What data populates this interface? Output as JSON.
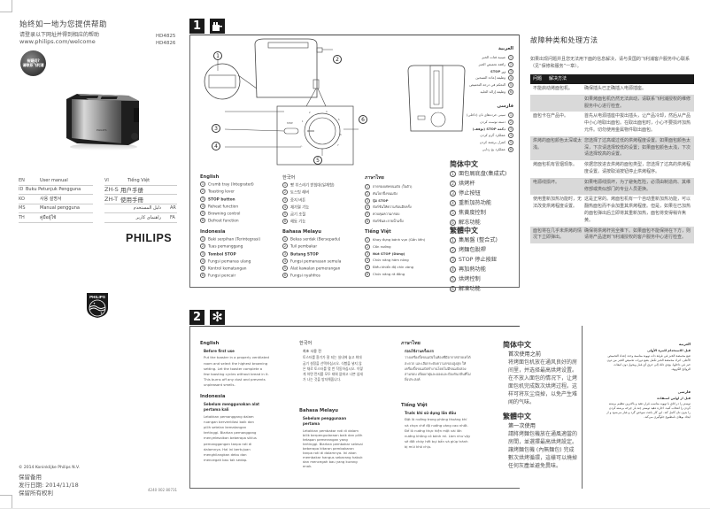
{
  "cover": {
    "tagline": "始终如一地为您提供帮助",
    "register_prompt": "请登录以下网址并得到相应的帮助",
    "url": "www.philips.com/welcome",
    "models": [
      "HD4825",
      "HD4826"
    ],
    "badge_line1": "有疑问?",
    "badge_line2": "请联系飞利浦",
    "languages_left": [
      {
        "code": "EN",
        "label": "User manual"
      },
      {
        "code": "ID",
        "label": "Buku Petunjuk Pengguna"
      },
      {
        "code": "KO",
        "label": "사용 설명서"
      },
      {
        "code": "MS",
        "label": "Manual pengguna"
      },
      {
        "code": "TH",
        "label": "คู่มือผู้ใช้"
      }
    ],
    "languages_right": [
      {
        "code": "VI",
        "label": "Tiếng Việt"
      },
      {
        "code": "ZH-S",
        "label": "用户手册"
      },
      {
        "code": "ZH-T",
        "label": "使用手冊"
      },
      {
        "code": "AR",
        "label": "دليل المستخدم"
      },
      {
        "code": "FA",
        "label": "راهنمای کاربر"
      }
    ],
    "brand": "PHILIPS",
    "shield_text": "PHILIPS",
    "copyright": "© 2014 Koninklijke Philips N.V.",
    "rights_reserved": "保留备用",
    "issue_date": "发行日期:  2014/11/18",
    "all_rights": "保留所有权利",
    "doc_code": "4240 002 80731"
  },
  "section1": {
    "number": "1",
    "icon": "toaster-icon",
    "callouts": [
      "1",
      "2",
      "3",
      "4",
      "5",
      "6"
    ],
    "dial_label": "STOP",
    "english": {
      "heading": "English",
      "items": [
        "Crumb tray (Integrated)",
        "Toasting lever",
        "STOP button",
        "Reheat function",
        "Browning control",
        "Defrost function"
      ]
    },
    "korean": {
      "heading": "한국어",
      "items": [
        "빵 부스러기 받침대(일체형)",
        "토스팅 레버",
        "중지 버튼",
        "재가열 기능",
        "굽기 조절",
        "해동 기능"
      ]
    },
    "thai": {
      "heading": "ภาษาไทย",
      "items": [
        "ถาดรองเศษขนมปัง (ในตัว)",
        "คันโยกปิ้งขนมปัง",
        "ปุ่ม STOP",
        "ฟังก์ชั่นให้ความร้อนอีกครั้ง",
        "ควบคุมความกรอบ",
        "ฟังก์ชั่นละลายน้ำแข็ง"
      ]
    },
    "indonesia": {
      "heading": "Indonesia",
      "items": [
        "Baki serpihan (Terintegrasi)",
        "Tuas pemanggang",
        "Tombol STOP",
        "Fungsi pemanas ulang",
        "Kontrol kematangan",
        "Fungsi pencair"
      ]
    },
    "malay": {
      "heading": "Bahasa Melayu",
      "items": [
        "Bekas serdak (Bersepadu)",
        "Tuil pembakar",
        "Butang STOP",
        "Fungsi pemanasan semula",
        "Alat kawalan pemerangan",
        "Fungsi nyahfros"
      ]
    },
    "vietnamese": {
      "heading": "Tiếng Việt",
      "items": [
        "Khay đựng bánh vụn (Gắn liền)",
        "Cần nướng",
        "Nút STOP (Dừng)",
        "Chức năng hâm nóng",
        "Điều khiển độ chín vàng",
        "Chức năng rã đông"
      ]
    },
    "arabic": {
      "heading": "العربية",
      "items": [
        "صينية فتات الخبز",
        "رافعة تحميص الخبز",
        "زر STOP",
        "وظيفة إعادة التسخين",
        "التحكم في درجة التحميص",
        "وظيفة إزالة الجليد"
      ]
    },
    "farsi": {
      "heading": "فارسی",
      "items": [
        "سینی خرده‌های نان (داخلی)",
        "دسته توست کردن",
        "دکمه STOP (توقف)",
        "عملکرد گرم کردن",
        "کنترل برشته کردن",
        "عملکرد یخ زدایی"
      ]
    },
    "zh_s": {
      "heading": "简体中文",
      "items": [
        "面包屑底盘(集成式)",
        "烘烤杆",
        "停止按钮",
        "重新加热功能",
        "焦黄度控制",
        "解冻功能"
      ]
    },
    "zh_t": {
      "heading": "繁體中文",
      "items": [
        "集屑盤 (整合式)",
        "烤麵包脫桿",
        "STOP 停止按鈕",
        "再加熱功能",
        "烘烤控制",
        "解凍功能"
      ]
    }
  },
  "section2": {
    "number": "2",
    "icon": "asterisk-icon",
    "english": {
      "heading": "English",
      "subheading": "Before first use",
      "text": "Put the toaster in a properly ventilated room and select the highest browning setting. Let the toaster complete a few toasting cycles without bread in it. This burns off any dust and prevents unpleasant smells."
    },
    "korean": {
      "heading": "한국어",
      "subheading": "최초 사용 전",
      "text": "토스터를 환기가 잘 되는 실내에 놓고 최대 굽기 설정을 선택하십시오. 식빵을 넣지 않은 채로 토스터를 몇 번 작동하십시오. 이렇게 하면 먼지를 모두 태워 없애고 나쁜 냄새가 나는 것을 방지해줍니다."
    },
    "thai": {
      "heading": "ภาษาไทย",
      "subheading": "ก่อนใช้งานครั้งแรก",
      "text": "วางเครื่องปิ้งขนมปังในห้องที่มีอากาศถ่ายเทได้สะดวก และเลือกระดับความกรอบสูงสุด ให้เครื่องปิ้งขนมปังทำงานโดยไม่มีขนมปังสองสามรอบ เพื่อเผาฝุ่นละอองและป้องกันกลิ่นที่ไม่พึงประสงค์"
    },
    "indonesia": {
      "heading": "Indonesia",
      "subheading": "Sebelum menggunakan alat pertama kali",
      "text": "Letakkan pemanggang dalam ruangan berventilasi baik dan pilih setelan kematangan tertinggi. Biarkan pemanggang menyelesaikan beberapa siklus pemanggangan tanpa roti di dalamnya. Hal ini bertujuan menghilangkan debu dan mencegah bau tak sedap."
    },
    "malay": {
      "heading": "Bahasa Melayu",
      "subheading": "Sebelum penggunaan pertama",
      "text": "Letakkan pembakar roti di dalam bilik berpengudaraan baik dan pilih tetapan pemerangan yang tertinggi. Biarkan pembakar selesai beberapa kitaran pembakaran tanpa roti di dalamnya. Ini akan membakar hangus sebarang habuk dan mencegah bau yang kurang enak."
    },
    "vietnamese": {
      "heading": "Tiếng Việt",
      "subheading": "Trước khi sử dụng lần đầu",
      "text": "Đặt lò nướng trong phòng thoáng khí và chọn chế độ nướng vàng cao nhất. Để lò nướng thực hiện một vài lần nướng không có bánh mì. Làm như vậy sẽ đốt cháy hết bụi bẩn và giúp tránh bị mùi khó chịu."
    },
    "zh_s": {
      "heading": "简体中文",
      "subheading": "首次使用之前",
      "text": "将烤面包机放在通风良好的房间里，并选择最高烘烤设置。在不放入面包的情况下，让烤面包机完成数次烘烤过程。这样可将灰尘烧掉，以免产生难闻的气味。"
    },
    "zh_t": {
      "heading": "繁體中文",
      "subheading": "第一次使用",
      "text": "請將烤麵包機放在通風適當的房間，並選擇最高烘烤設定。讓烤麵包機 (內無麵包) 完成數次烘烤循環，這樣可以燒掉任何灰塵並避免異味。"
    },
    "arabic": {
      "heading": "العربية",
      "subheading": "قبل الاستخدام للمرة الأولى",
      "text": "ضع محمصة الخبز في غرفة ذات تهوية مناسبة وحدد إعداد التحميص الأعلى. اترك محمصة الخبز تكمل بضع دورات تحميص الخبز من دون خبز في داخلها. يؤدي ذلك إلى حرق أي غبار ويحول دون انبعاث الروائح الكريهة."
    },
    "farsi": {
      "heading": "فارسی",
      "subheading": "قبل از اولین استفاده",
      "text": "توستر را در اتاق با تهویه مناسب قرار دهید و بالاترین تنظیم برشته کردن را انتخاب کنید. اجازه دهید توستر چند بار چرخه برشته کردن را بدون نان کامل کند. این کار باعث سوختن گرد و غبار می‌شود و از ایجاد بوهای نامطبوع جلوگیری می‌کند."
    }
  },
  "troubleshooting": {
    "title": "故障种类和处理方法",
    "intro": "如果出现问题并且您无法用下面的信息解决，请与贵国的飞利浦客户服务中心联系（见“保修和服务”一章）。",
    "header_problem": "问题",
    "header_solution": "解决方法",
    "rows": [
      {
        "problem": "不能启动烤面包机。",
        "solution": "确保插头已正确插入电源插座。",
        "shaded": false
      },
      {
        "problem": "",
        "solution": "如果烤面包机仍然无法启动，请联系飞利浦授权的维修服务中心进行检查。",
        "shaded": true
      },
      {
        "problem": "面包卡在产品中。",
        "solution": "首先从电源插座中拔出插头，让产品冷却，然后从产品中小心地取出面包。在取出面包时，小心不要损坏加热元件。切勿使用金属物件取出面包。",
        "shaded": false
      },
      {
        "problem": "烘烤的面包颜色太深或太浅。",
        "solution": "您选择了过高或过低的烘烤程度设置。如果面包颜色太深，下次请选择较低的设置；如果面包颜色太浅，下次请选择较高的设置。",
        "shaded": true
      },
      {
        "problem": "烤面包机有冒烟现象。",
        "solution": "依据您放进去烘烤的面包类型，您选择了过高的烘烤程度设置。请按取消按钮停止烘烤程序。",
        "shaded": false
      },
      {
        "problem": "电源线损坏。",
        "solution": "如果电源线损坏，为了避免危险，必须由制造商、其维修部或类似部门的专业人员更换。",
        "shaded": true
      },
      {
        "problem": "使用重新加热功能时，无法改变烘烤程度设置。",
        "solution": "这是正常的。烤面包机有一个自动重新加热功能，可以翻热面包而不会加重其烘烤程度。但是，如果在已加热的面包弹出后立即将其重新加热，面包将变得稍许焦黄。",
        "shaded": false
      },
      {
        "problem": "面包将在几乎未烘烤的情况下立即弹出。",
        "solution": "确保将烘烤杆完全推下。如果面包不能保持在下方，则请将产品送到飞利浦授权的客户服务中心进行检查。",
        "shaded": true
      }
    ]
  }
}
